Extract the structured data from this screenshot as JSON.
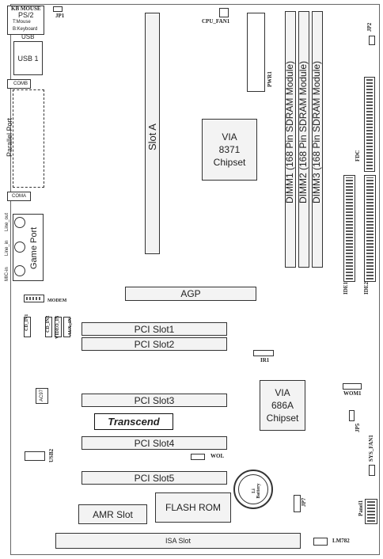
{
  "labels": {
    "kb_mouse": "KB MOUSE",
    "ps2": "PS/2",
    "t_mouse": "T:Mouse",
    "b_keyboard": "B:Keyboard",
    "usb": "USB",
    "usb1": "USB 1",
    "jp1": "JP1",
    "cpu_fan1": "CPU_FAN1",
    "jp2": "JP2",
    "comb": "COMB",
    "parallel_port": "Parallel Port",
    "coma": "COMA",
    "line_out": "Line_out",
    "line_in": "Line_in",
    "mic_in": "MIC-in",
    "game_port": "Game Port",
    "slot_a": "Slot A",
    "pwr1": "PWR1",
    "via8371": "VIA\n8371\nChipset",
    "dimm1": "DIMM1 (168 Pin SDRAM Module)",
    "dimm2": "DIMM2 (168 Pin SDRAM Module)",
    "dimm3": "DIMM3 (168 Pin SDRAM Module)",
    "fdc": "FDC",
    "ide1": "IDE1",
    "ide2": "IDE2",
    "modem": "MODEM",
    "agp": "AGP",
    "cd_in1": "CD_IN1",
    "cd_in2": "CD_IN2",
    "video_in": "VIDEO_IN",
    "aux_in": "AUX_IN",
    "pci1": "PCI Slot1",
    "pci2": "PCI Slot2",
    "pci3": "PCI Slot3",
    "pci4": "PCI Slot4",
    "pci5": "PCI Slot5",
    "ir1": "IR1",
    "via686a": "VIA\n686A\nChipset",
    "wom1": "WOM1",
    "ac97": "AC97",
    "transcend": "Transcend",
    "jp5": "JP5",
    "usb2": "USB2",
    "wol": "WOL",
    "sys_fan1": "SYS_FAN1",
    "li_battery": "Li Battery",
    "jp7": "JP7",
    "amr_slot": "AMR Slot",
    "flash_rom": "FLASH ROM",
    "panel1": "Panel1",
    "isa_slot": "ISA Slot",
    "lm782": "LM782"
  }
}
